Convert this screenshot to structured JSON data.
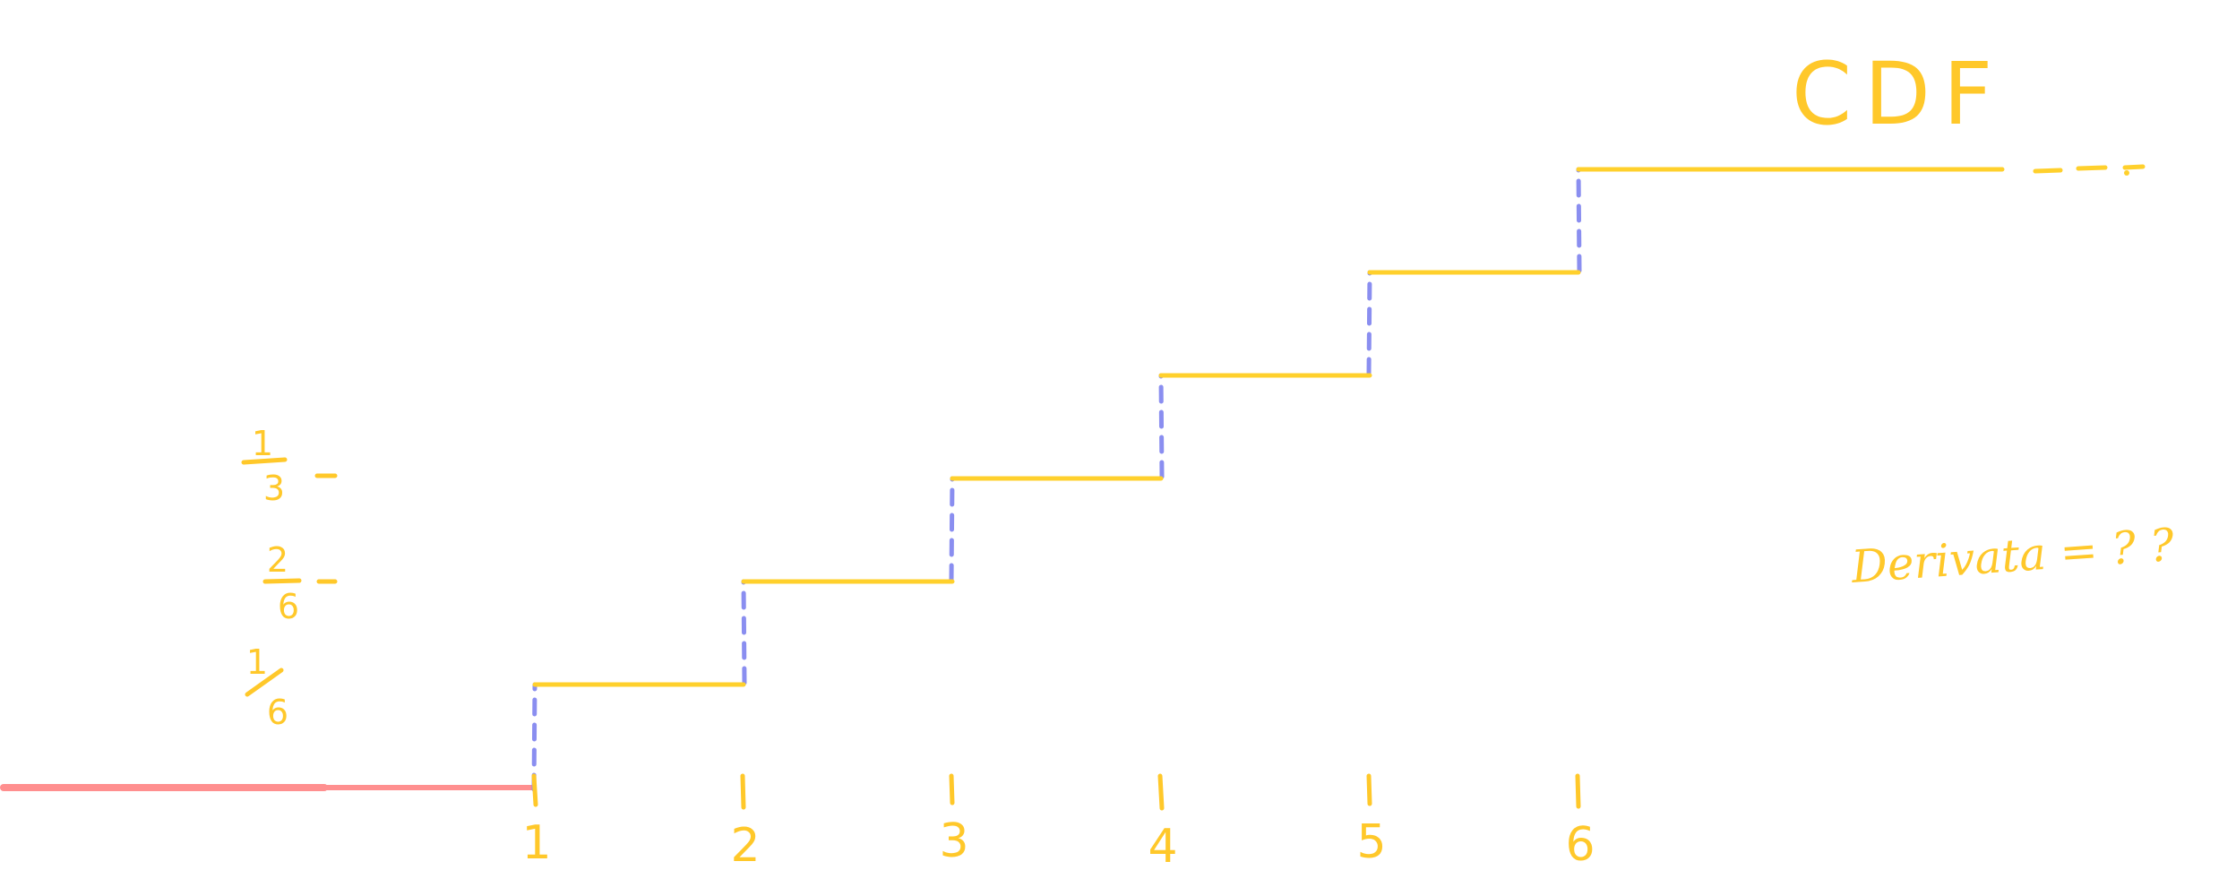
{
  "title": "CDF",
  "annotation": "Derivata = ? ?",
  "x_tick_labels": [
    "1",
    "2",
    "3",
    "4",
    "5",
    "6"
  ],
  "y_fractions": [
    {
      "numerator": "1",
      "denominator": "3"
    },
    {
      "numerator": "2",
      "denominator": "6"
    },
    {
      "numerator": "1",
      "denominator": "6"
    }
  ],
  "colors": {
    "step": "#ffd02c",
    "jump": "#8a8ef0",
    "baseline": "#ff8f8f",
    "label": "#ffc82a"
  },
  "chart_data": {
    "type": "step",
    "x": [
      1,
      2,
      3,
      4,
      5,
      6
    ],
    "steps_count": 6
  }
}
